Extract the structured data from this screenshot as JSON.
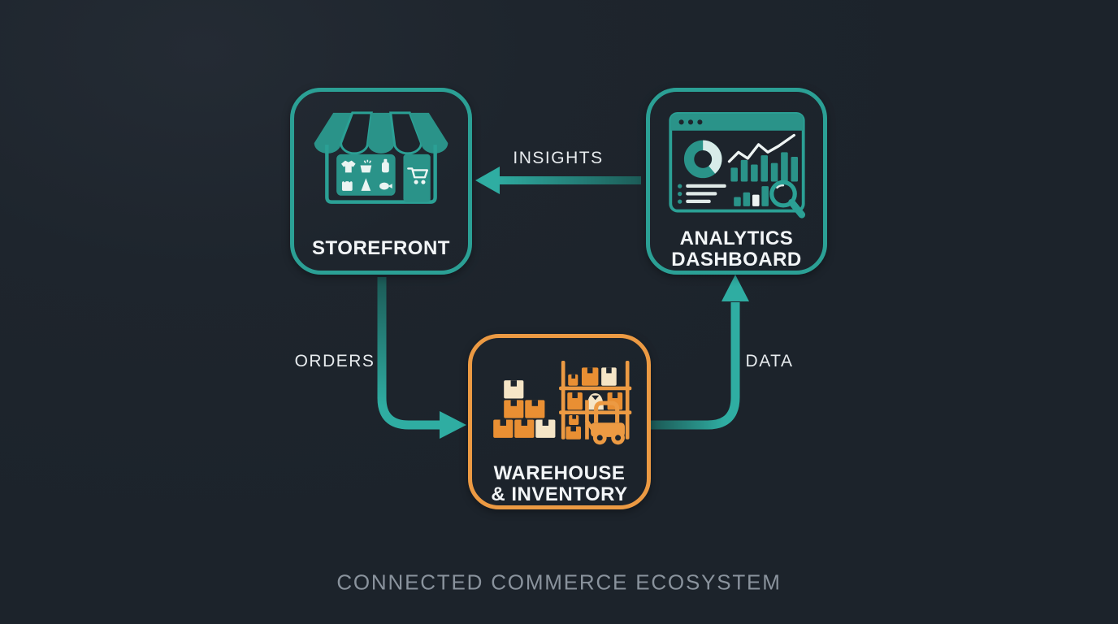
{
  "title": "CONNECTED COMMERCE ECOSYSTEM",
  "colors": {
    "background": "#1e252d",
    "teal_border": "#2ba095",
    "teal_fill": "#2a9389",
    "teal_arrow_bright": "#2fada2",
    "teal_arrow_dim": "#1c5b57",
    "orange_border": "#ec9a43",
    "box_orange": "#e98f33",
    "box_cream": "#f5e5c6",
    "icon_white": "#e9f2f0",
    "label_white": "#f2f5f7",
    "caption_gray": "#8a939d"
  },
  "nodes": {
    "storefront": {
      "label": "STOREFRONT",
      "icon": "storefront-icon"
    },
    "analytics": {
      "label_line1": "ANALYTICS",
      "label_line2": "DASHBOARD",
      "icon": "analytics-dashboard-icon"
    },
    "warehouse": {
      "label_line1": "WAREHOUSE",
      "label_line2": "& INVENTORY",
      "icon": "warehouse-inventory-icon"
    }
  },
  "arrows": {
    "insights": {
      "label": "INSIGHTS",
      "from": "analytics-dashboard",
      "to": "storefront"
    },
    "orders": {
      "label": "ORDERS",
      "from": "storefront",
      "to": "warehouse-inventory"
    },
    "data": {
      "label": "DATA",
      "from": "warehouse-inventory",
      "to": "analytics-dashboard"
    }
  }
}
